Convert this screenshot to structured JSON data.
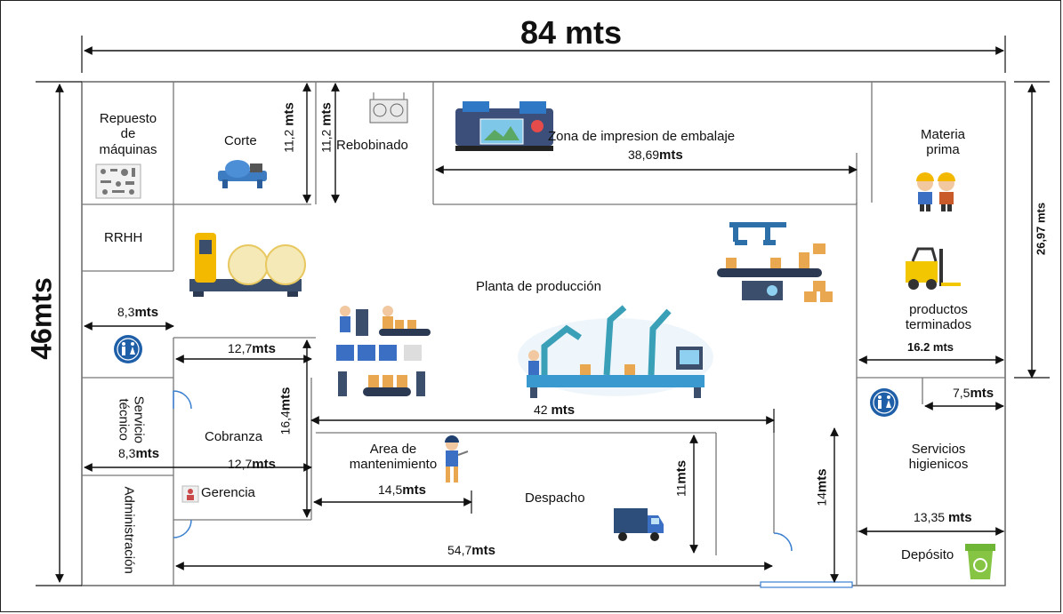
{
  "overall": {
    "width_label": "84 mts",
    "height_label": "46mts",
    "right_height_label": "26,97 mts"
  },
  "rooms": {
    "repuesto": "Repuesto\nde\nmáquinas",
    "corte": "Corte",
    "rebobinado": "Rebobinado",
    "impresion": "Zona de impresion de embalaje",
    "materia_prima": "Materia\nprima",
    "rrhh": "RRHH",
    "planta": "Planta de producción",
    "productos": "productos\nterminados",
    "servicio_tecnico": "Servicio\ntécnico",
    "cobranza": "Cobranza",
    "mantenimiento": "Area de\nmantenimiento",
    "gerencia": "Gerencia",
    "despacho": "Despacho",
    "administracion": "Administración",
    "servicios_higienicos": "Servicios\nhigienicos",
    "deposito": "Depósito"
  },
  "dimensions": {
    "corte_h": "11,2",
    "rebobinado_h": "11,2",
    "impresion_w_num": "38,69",
    "rrhh_w_num": "8,3",
    "banos_w_num": "12,7",
    "cobranza_h_num": "16,4",
    "planta_w_num": "42",
    "servicio_w_num": "8,3",
    "cobranza_w_num": "12,7",
    "mant_w_num": "14,5",
    "despacho_h_num": "11",
    "right_h_num": "14",
    "bottom_w_num": "54,7",
    "productos_w": "16.2 mts",
    "higienicos_w_num": "7,5",
    "deposito_w_num": "13,35",
    "unit": "mts"
  },
  "colors": {
    "wall": "#555555",
    "arrow": "#111111",
    "wc_badge": "#1f5fa8",
    "door": "#3a7fd0",
    "bin": "#7fc242"
  },
  "icons": [
    "spare-parts-icon",
    "cutting-machine-icon",
    "rewinding-machine-icon",
    "printer-icon",
    "workers-icon",
    "machine-icon",
    "conveyor-icon",
    "robot-arm-icon",
    "forklift-icon",
    "wc-icon",
    "mechanic-icon",
    "truck-icon",
    "manager-icon",
    "recycle-bin-icon"
  ]
}
